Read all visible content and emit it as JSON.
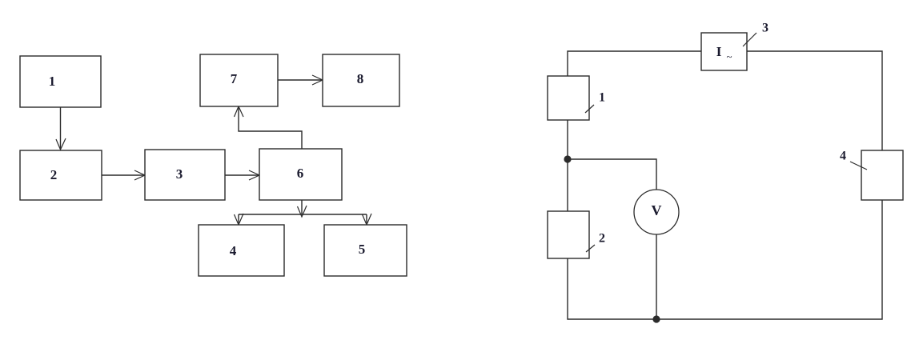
{
  "figure": {
    "title": "",
    "panels": [
      {
        "id": "block-diagram",
        "name": "block-diagram-left",
        "type": "block-flow-diagram",
        "blocks": [
          {
            "ref": "1",
            "label": "1"
          },
          {
            "ref": "2",
            "label": "2"
          },
          {
            "ref": "3",
            "label": "3"
          },
          {
            "ref": "4",
            "label": "4"
          },
          {
            "ref": "5",
            "label": "5"
          },
          {
            "ref": "6",
            "label": "6"
          },
          {
            "ref": "7",
            "label": "7"
          },
          {
            "ref": "8",
            "label": "8"
          }
        ],
        "connections": [
          {
            "from": "1",
            "to": "2",
            "arrow": true
          },
          {
            "from": "2",
            "to": "3",
            "arrow": true
          },
          {
            "from": "3",
            "to": "6",
            "arrow": true
          },
          {
            "from": "6",
            "to": "7",
            "arrow": true
          },
          {
            "from": "7",
            "to": "8",
            "arrow": true
          },
          {
            "from": "6",
            "to": "4",
            "arrow": true
          },
          {
            "from": "6",
            "to": "5",
            "arrow": true
          }
        ]
      },
      {
        "id": "circuit-diagram",
        "name": "circuit-diagram-right",
        "type": "electrical-circuit",
        "components": [
          {
            "ref": "1",
            "label": "1",
            "kind": "block"
          },
          {
            "ref": "2",
            "label": "2",
            "kind": "block"
          },
          {
            "ref": "3",
            "label": "3",
            "kind": "ammeter-block",
            "symbol": "I",
            "symbol_sub": "~"
          },
          {
            "ref": "4",
            "label": "4",
            "kind": "block"
          }
        ],
        "meters": [
          {
            "name": "voltmeter",
            "label": "V"
          }
        ],
        "junctions": 2
      }
    ]
  },
  "colors": {
    "stroke": "#2b2b2b",
    "text": "#1a1a2e",
    "background": "#ffffff"
  }
}
